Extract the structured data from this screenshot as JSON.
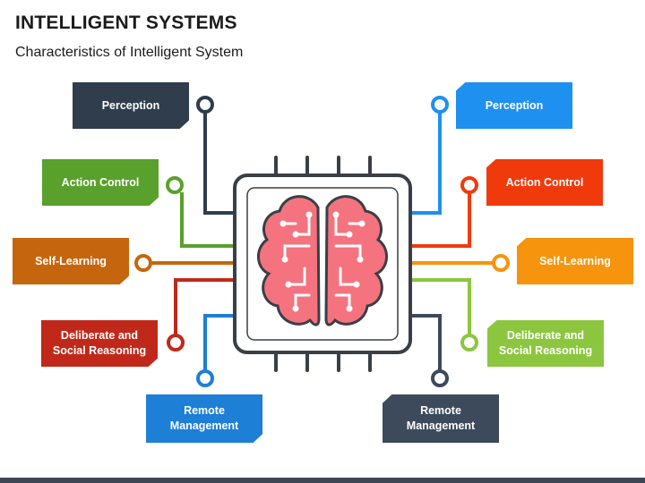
{
  "header": {
    "title": "INTELLIGENT SYSTEMS",
    "subtitle": "Characteristics of Intelligent System"
  },
  "left_items": [
    {
      "label": "Perception",
      "color": "#2f3d4d"
    },
    {
      "label": "Action Control",
      "color": "#5aa02c"
    },
    {
      "label": "Self-Learning",
      "color": "#c5660e"
    },
    {
      "label": "Deliberate and Social Reasoning",
      "color": "#c0291a"
    },
    {
      "label": "Remote Management",
      "color": "#1d7fd6"
    }
  ],
  "right_items": [
    {
      "label": "Perception",
      "color": "#1e90f0"
    },
    {
      "label": "Action Control",
      "color": "#f03a0c"
    },
    {
      "label": "Self-Learning",
      "color": "#f7940d"
    },
    {
      "label": "Deliberate and Social Reasoning",
      "color": "#8cc63f"
    },
    {
      "label": "Remote Management",
      "color": "#3c4a5b"
    }
  ],
  "colors": {
    "chip_outline": "#3a3f47",
    "brain": "#f4737f",
    "brain_circuit": "#ffffff"
  },
  "icons": {
    "center": "brain-chip-icon"
  }
}
